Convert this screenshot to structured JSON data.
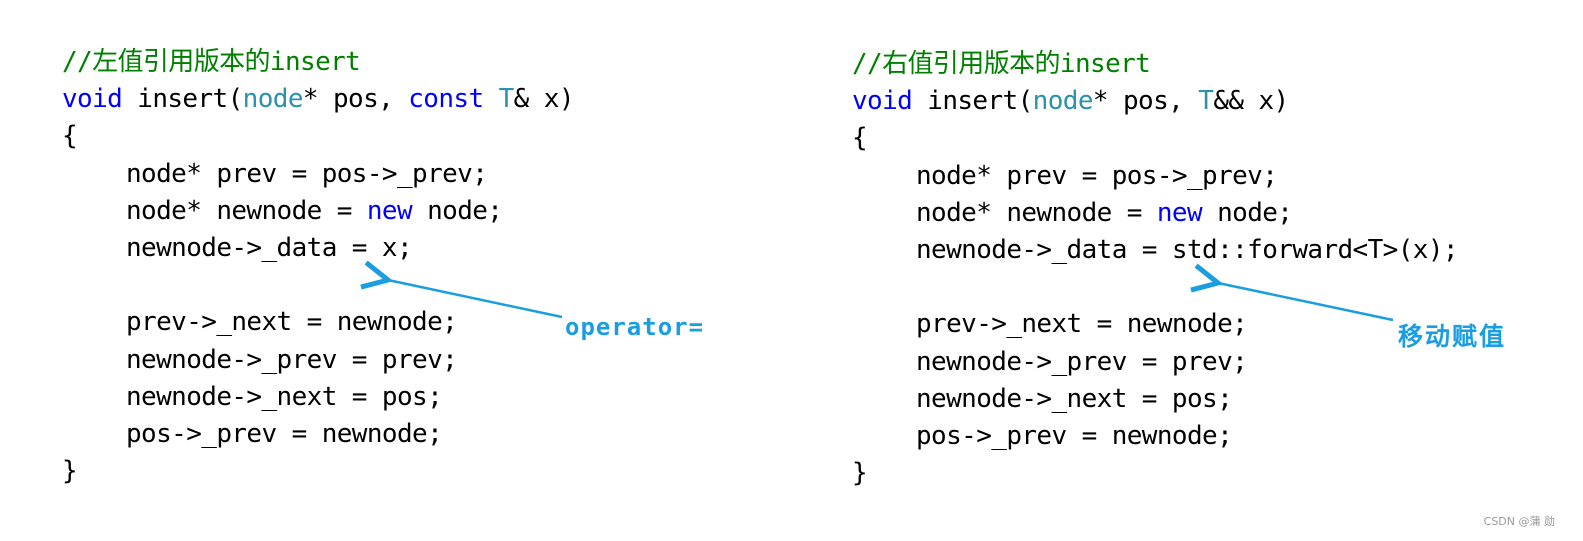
{
  "left_panel": {
    "lines": [
      {
        "indent": 0,
        "segments": [
          {
            "t": "//左值引用版本的insert",
            "c": "cm"
          }
        ]
      },
      {
        "indent": 0,
        "segments": [
          {
            "t": "void",
            "c": "kw"
          },
          {
            "t": " insert(",
            "c": ""
          },
          {
            "t": "node",
            "c": "ty"
          },
          {
            "t": "* pos, ",
            "c": ""
          },
          {
            "t": "const",
            "c": "kw"
          },
          {
            "t": " ",
            "c": ""
          },
          {
            "t": "T",
            "c": "ty"
          },
          {
            "t": "& x)",
            "c": ""
          }
        ]
      },
      {
        "indent": 0,
        "segments": [
          {
            "t": "{",
            "c": ""
          }
        ]
      },
      {
        "indent": 1,
        "segments": [
          {
            "t": "node* prev = pos->_prev;",
            "c": ""
          }
        ]
      },
      {
        "indent": 1,
        "segments": [
          {
            "t": "node* newnode = ",
            "c": ""
          },
          {
            "t": "new",
            "c": "kw"
          },
          {
            "t": " node;",
            "c": ""
          }
        ]
      },
      {
        "indent": 1,
        "segments": [
          {
            "t": "newnode->_data = x;",
            "c": ""
          }
        ]
      },
      {
        "indent": 1,
        "segments": [
          {
            "t": "",
            "c": ""
          }
        ]
      },
      {
        "indent": 1,
        "segments": [
          {
            "t": "prev->_next = newnode;",
            "c": ""
          }
        ]
      },
      {
        "indent": 1,
        "segments": [
          {
            "t": "newnode->_prev = prev;",
            "c": ""
          }
        ]
      },
      {
        "indent": 1,
        "segments": [
          {
            "t": "newnode->_next = pos;",
            "c": ""
          }
        ]
      },
      {
        "indent": 1,
        "segments": [
          {
            "t": "pos->_prev = newnode;",
            "c": ""
          }
        ]
      },
      {
        "indent": 0,
        "segments": [
          {
            "t": "}",
            "c": ""
          }
        ]
      }
    ],
    "annotation": "operator="
  },
  "right_panel": {
    "lines": [
      {
        "indent": 0,
        "segments": [
          {
            "t": "//右值引用版本的insert",
            "c": "cm"
          }
        ]
      },
      {
        "indent": 0,
        "segments": [
          {
            "t": "void",
            "c": "kw"
          },
          {
            "t": " insert(",
            "c": ""
          },
          {
            "t": "node",
            "c": "ty"
          },
          {
            "t": "* pos, ",
            "c": ""
          },
          {
            "t": "T",
            "c": "ty"
          },
          {
            "t": "&& x)",
            "c": ""
          }
        ]
      },
      {
        "indent": 0,
        "segments": [
          {
            "t": "{",
            "c": ""
          }
        ]
      },
      {
        "indent": 1,
        "segments": [
          {
            "t": "node* prev = pos->_prev;",
            "c": ""
          }
        ]
      },
      {
        "indent": 1,
        "segments": [
          {
            "t": "node* newnode = ",
            "c": ""
          },
          {
            "t": "new",
            "c": "kw"
          },
          {
            "t": " node;",
            "c": ""
          }
        ]
      },
      {
        "indent": 1,
        "segments": [
          {
            "t": "newnode->_data = std::forward<T>(x);",
            "c": ""
          }
        ]
      },
      {
        "indent": 1,
        "segments": [
          {
            "t": "",
            "c": ""
          }
        ]
      },
      {
        "indent": 1,
        "segments": [
          {
            "t": "prev->_next = newnode;",
            "c": ""
          }
        ]
      },
      {
        "indent": 1,
        "segments": [
          {
            "t": "newnode->_prev = prev;",
            "c": ""
          }
        ]
      },
      {
        "indent": 1,
        "segments": [
          {
            "t": "newnode->_next = pos;",
            "c": ""
          }
        ]
      },
      {
        "indent": 1,
        "segments": [
          {
            "t": "pos->_prev = newnode;",
            "c": ""
          }
        ]
      },
      {
        "indent": 0,
        "segments": [
          {
            "t": "}",
            "c": ""
          }
        ]
      }
    ],
    "annotation": "移动赋值"
  },
  "colors": {
    "comment": "#008000",
    "keyword": "#0000ff",
    "type": "#2b91af",
    "annotation": "#1a9ee0"
  },
  "watermark": "CSDN @蒲 勋",
  "icons": {
    "left_arrow": "arrow-icon",
    "right_arrow": "arrow-icon"
  }
}
